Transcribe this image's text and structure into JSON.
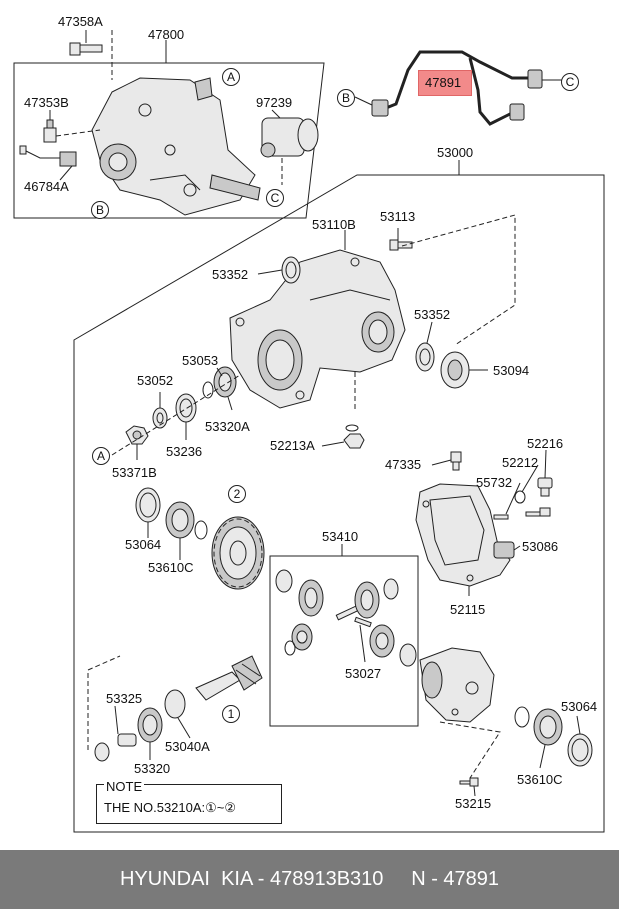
{
  "callouts": {
    "p47358A": "47358A",
    "p47800": "47800",
    "p47353B": "47353B",
    "p97239": "97239",
    "p46784A": "46784A",
    "p47891": "47891",
    "p53000": "53000",
    "p53110B": "53110B",
    "p53113": "53113",
    "p53352a": "53352",
    "p53352b": "53352",
    "p53094": "53094",
    "p53053": "53053",
    "p53052": "53052",
    "p53320A": "53320A",
    "p53236": "53236",
    "p53371B": "53371B",
    "p52213A": "52213A",
    "p47335": "47335",
    "p52216": "52216",
    "p52212": "52212",
    "p55732": "55732",
    "p53086": "53086",
    "p52115": "52115",
    "p53064a": "53064",
    "p53610Ca": "53610C",
    "p53410": "53410",
    "p53027": "53027",
    "p53325": "53325",
    "p53040A": "53040A",
    "p53320": "53320",
    "p53064b": "53064",
    "p53610Cb": "53610C",
    "p53215": "53215"
  },
  "markers": {
    "A": "A",
    "B": "B",
    "C": "C",
    "one": "1",
    "two": "2"
  },
  "note": {
    "title": "NOTE",
    "text": "THE NO.53210A:①~②"
  },
  "footer": {
    "text": "HYUNDAI  KIA - 478913B310     N - 47891"
  },
  "colors": {
    "highlight": "#f28a8a",
    "footer_bg": "#7a7a7a",
    "footer_text": "#ffffff"
  }
}
